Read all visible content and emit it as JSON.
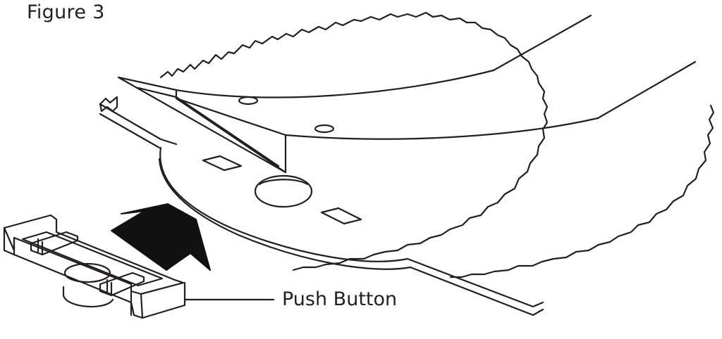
{
  "figure": {
    "title": "Figure 3",
    "callout_label": "Push Button",
    "colors": {
      "line": "#231f20",
      "arrow_fill": "#111111",
      "background": "#ffffff"
    },
    "parts": [
      "scalloped-blade-plate",
      "mounting-base-plate",
      "clip-housing",
      "push-button",
      "insertion-arrow"
    ]
  }
}
